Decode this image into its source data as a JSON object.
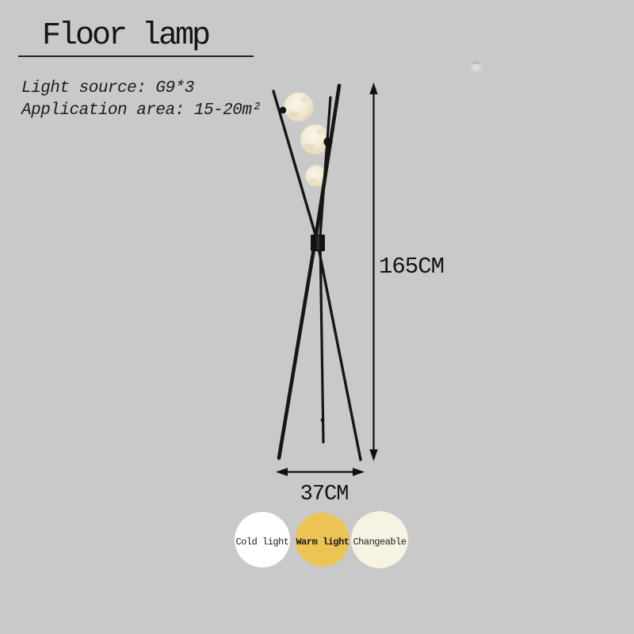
{
  "product": {
    "title": "Floor lamp",
    "light_source": "Light source: G9*3",
    "application_area": "Application area: 15-20m²"
  },
  "dimensions": {
    "height": "165CM",
    "width": "37CM"
  },
  "light_modes": [
    {
      "label": "Cold light",
      "color": "#ffffff"
    },
    {
      "label": "Warm light",
      "color": "#ecc355"
    },
    {
      "label": "Changeable",
      "color": "#f6f3e3"
    }
  ],
  "lamp": {
    "type": "tripod floor lamp",
    "globes": 3,
    "icon_names": [
      "height-dimension-arrow",
      "width-dimension-arrow"
    ]
  },
  "colors": {
    "background": "#c9c9c9",
    "lamp_black": "#161616",
    "text": "#141414"
  }
}
